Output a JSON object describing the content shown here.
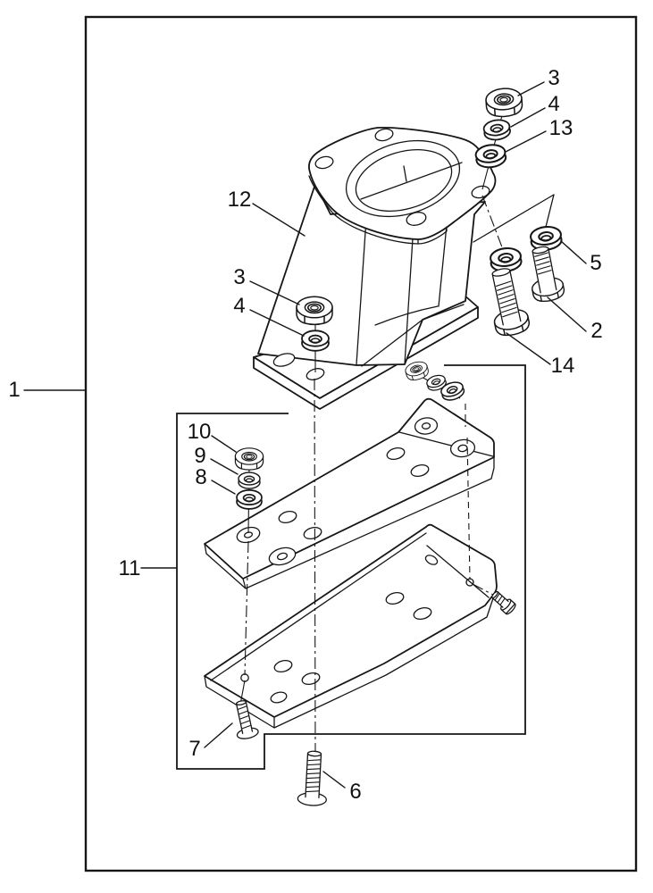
{
  "figure": {
    "type": "exploded-parts-diagram",
    "background_color": "#ffffff",
    "line_color": "#161616",
    "callouts": [
      {
        "label": "1"
      },
      {
        "label": "12"
      },
      {
        "label": "3"
      },
      {
        "label": "4"
      },
      {
        "label": "13"
      },
      {
        "label": "5"
      },
      {
        "label": "2"
      },
      {
        "label": "14"
      },
      {
        "label": "3"
      },
      {
        "label": "4"
      },
      {
        "label": "10"
      },
      {
        "label": "9"
      },
      {
        "label": "8"
      },
      {
        "label": "11"
      },
      {
        "label": "7"
      },
      {
        "label": "6"
      }
    ]
  }
}
